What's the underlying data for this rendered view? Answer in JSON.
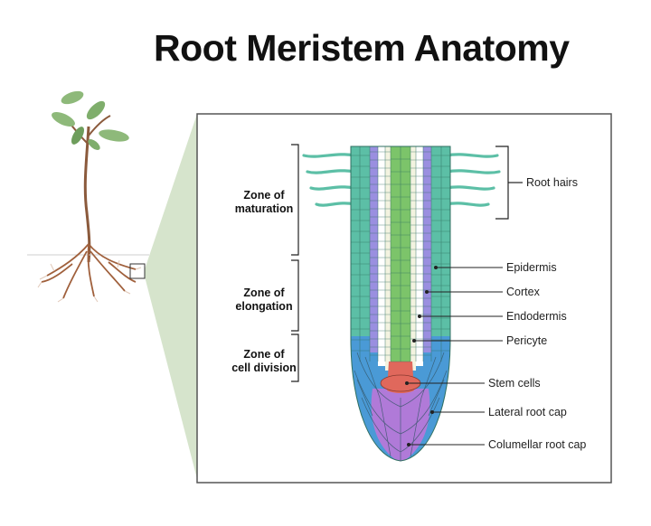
{
  "title": "Root Meristem Anatomy",
  "zones": {
    "maturation": [
      "Zone of",
      "maturation"
    ],
    "elongation": [
      "Zone of",
      "elongation"
    ],
    "division": [
      "Zone of",
      "cell division"
    ]
  },
  "labels": {
    "root_hairs": "Root hairs",
    "epidermis": "Epidermis",
    "cortex": "Cortex",
    "endodermis": "Endodermis",
    "pericyte": "Pericyte",
    "stem_cells": "Stem cells",
    "lateral_root_cap": "Lateral root cap",
    "columellar_root_cap": "Columellar root cap"
  },
  "colors": {
    "epidermis": "#5cbfa6",
    "cortex": "#9a8fe0",
    "endodermis": "#ffffff",
    "pericyte": "#f3f3e0",
    "vascular": "#7cc46a",
    "stem_cells": "#e0685c",
    "lateral_root_cap": "#4a9ad6",
    "columellar_root_cap": "#b07ad8",
    "zoom_wedge": "#d6e4cc"
  }
}
